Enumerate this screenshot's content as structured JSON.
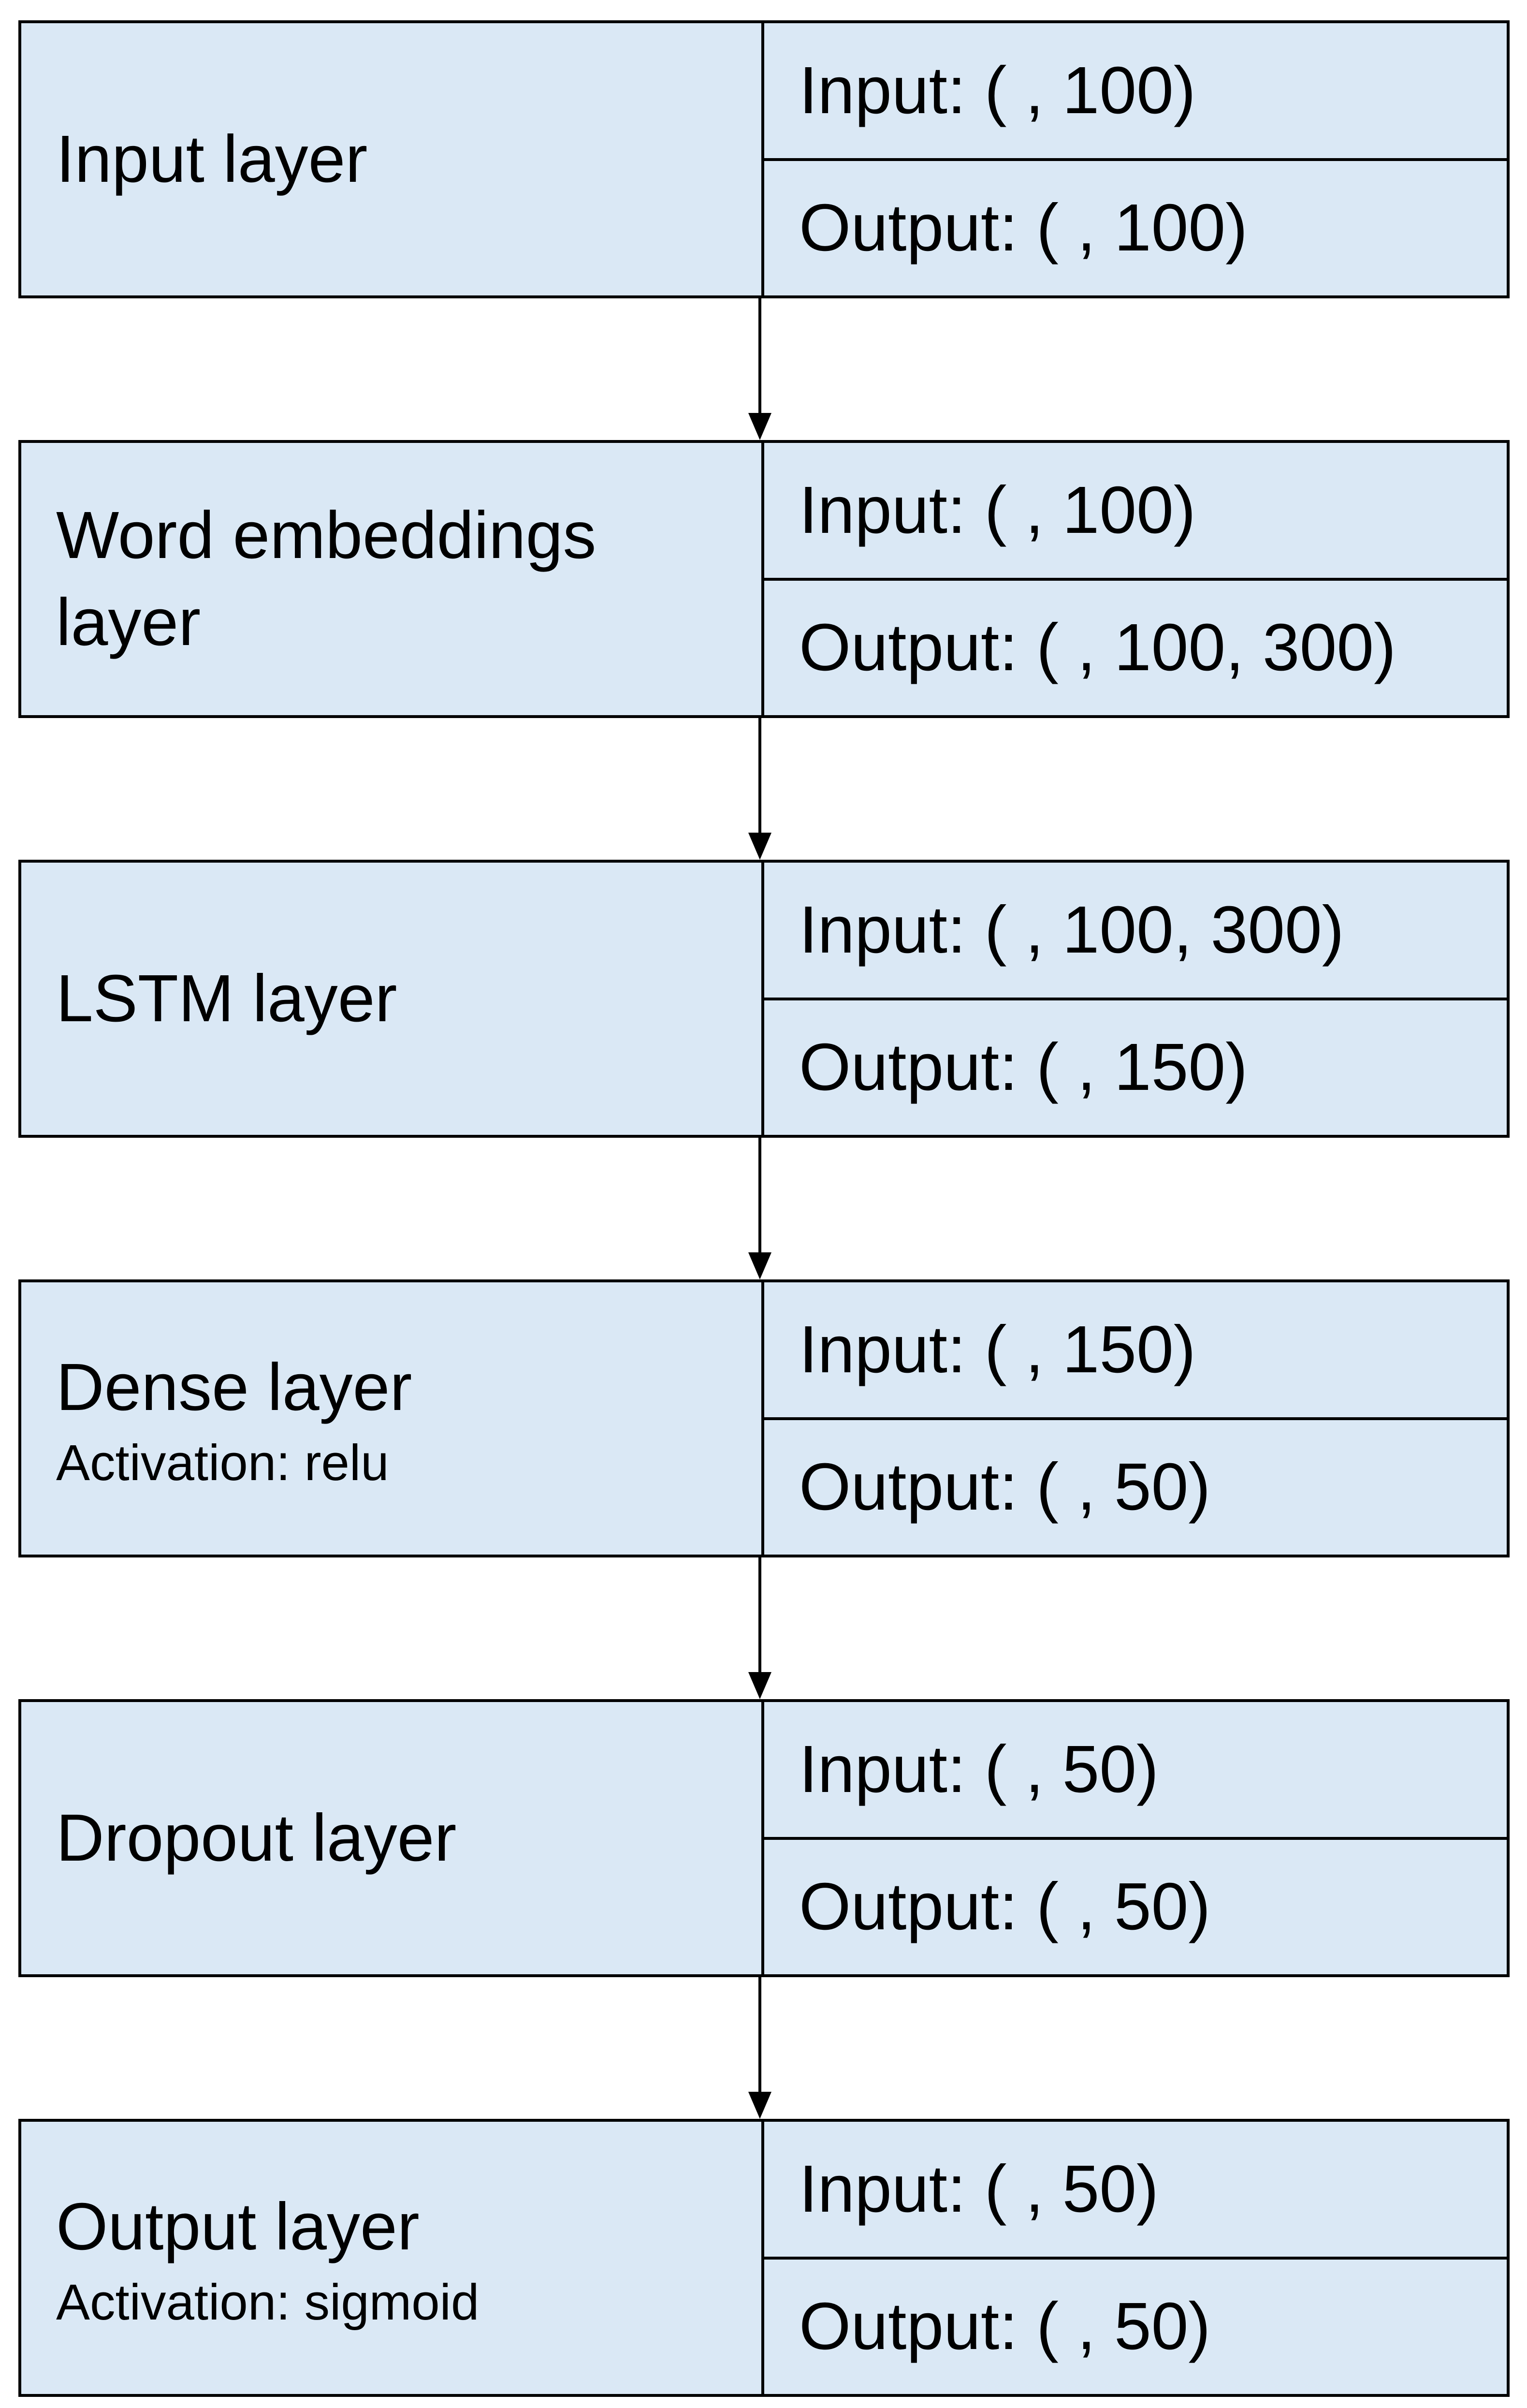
{
  "colors": {
    "block_fill": "#dae8f5",
    "stroke": "#000000",
    "background": "#ffffff"
  },
  "layers": [
    {
      "name": "Input layer",
      "activation": "",
      "input": "Input: ( , 100)",
      "output": "Output: ( , 100)"
    },
    {
      "name": "Word embeddings layer",
      "activation": "",
      "input": "Input: ( , 100)",
      "output": "Output: ( , 100, 300)"
    },
    {
      "name": "LSTM layer",
      "activation": "",
      "input": "Input: ( , 100, 300)",
      "output": "Output: ( , 150)"
    },
    {
      "name": "Dense layer",
      "activation": "Activation: relu",
      "input": "Input: ( , 150)",
      "output": "Output: ( , 50)"
    },
    {
      "name": "Dropout layer",
      "activation": "",
      "input": "Input: ( , 50)",
      "output": "Output: ( , 50)"
    },
    {
      "name": "Output layer",
      "activation": "Activation: sigmoid",
      "input": "Input: ( , 50)",
      "output": "Output: ( , 50)"
    }
  ]
}
